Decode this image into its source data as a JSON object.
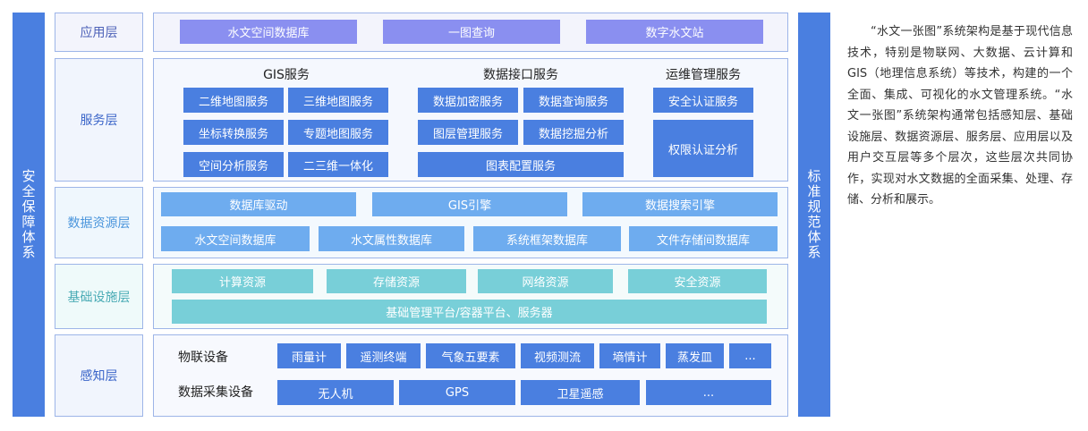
{
  "left_bar": "安全保障体系",
  "right_bar": "标准规范体系",
  "layers": {
    "app": {
      "label": "应用层",
      "items": [
        "水文空间数据库",
        "一图查询",
        "数字水文站"
      ]
    },
    "service": {
      "label": "服务层",
      "gis": {
        "title": "GIS服务",
        "items": [
          "二维地图服务",
          "三维地图服务",
          "坐标转换服务",
          "专题地图服务",
          "空间分析服务",
          "二三维一体化"
        ]
      },
      "interface": {
        "title": "数据接口服务",
        "items": [
          "数据加密服务",
          "数据查询服务",
          "图层管理服务",
          "数据挖掘分析",
          "图表配置服务"
        ]
      },
      "ops": {
        "title": "运维管理服务",
        "items": [
          "安全认证服务",
          "权限认证分析"
        ]
      }
    },
    "data": {
      "label": "数据资源层",
      "row1": [
        "数据库驱动",
        "GIS引擎",
        "数据搜索引擎"
      ],
      "row2": [
        "水文空间数据库",
        "水文属性数据库",
        "系统框架数据库",
        "文件存储间数据库"
      ]
    },
    "infra": {
      "label": "基础设施层",
      "row1": [
        "计算资源",
        "存储资源",
        "网络资源",
        "安全资源"
      ],
      "row2": "基础管理平台/容器平台、服务器"
    },
    "sense": {
      "label": "感知层",
      "iot_label": "物联设备",
      "iot_items": [
        "雨量计",
        "遥测终端",
        "气象五要素",
        "视频测流",
        "墒情计",
        "蒸发皿",
        "..."
      ],
      "collect_label": "数据采集设备",
      "collect_items": [
        "无人机",
        "GPS",
        "卫星遥感",
        "..."
      ]
    }
  },
  "description": "“水文一张图”系统架构是基于现代信息技术，特别是物联网、大数据、云计算和GIS（地理信息系统）等技术，构建的一个全面、集成、可视化的水文管理系统。“水文一张图”系统架构通常包括感知层、基础设施层、数据资源层、服务层、应用层以及用户交互层等多个层次，这些层次共同协作，实现对水文数据的全面采集、处理、存储、分析和展示。",
  "colors": {
    "primary": "#4a7fe0",
    "app": "#8a8ff0",
    "data": "#6eacef",
    "infra": "#78cfd8"
  }
}
